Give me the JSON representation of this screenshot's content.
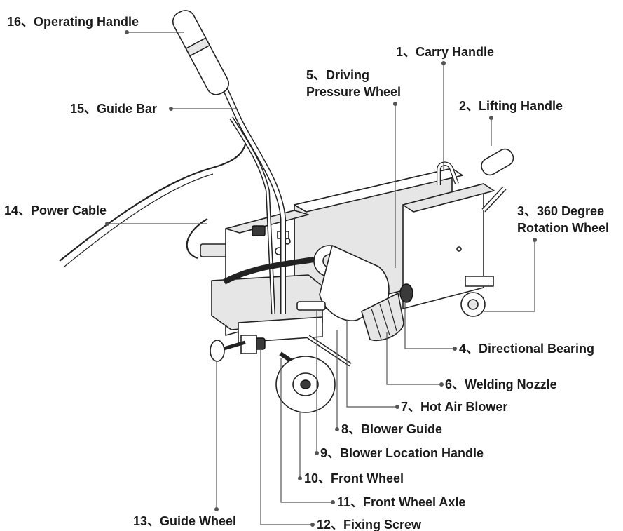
{
  "labels": {
    "l1": "1、Carry Handle",
    "l2": "2、Lifting Handle",
    "l3a": "3、360 Degree",
    "l3b": "Rotation Wheel",
    "l4": "4、Directional Bearing",
    "l5a": "5、Driving",
    "l5b": "Pressure Wheel",
    "l6": "6、Welding Nozzle",
    "l7": "7、Hot Air Blower",
    "l8": "8、Blower Guide",
    "l9": "9、Blower Location Handle",
    "l10": "10、Front Wheel",
    "l11": "11、Front Wheel Axle",
    "l12": "12、Fixing Screw",
    "l13": "13、Guide Wheel",
    "l14": "14、Power Cable",
    "l15": "15、Guide Bar",
    "l16": "16、Operating Handle"
  },
  "colors": {
    "ink": "#222222",
    "leader": "#555555",
    "text": "#1a1a1a"
  }
}
